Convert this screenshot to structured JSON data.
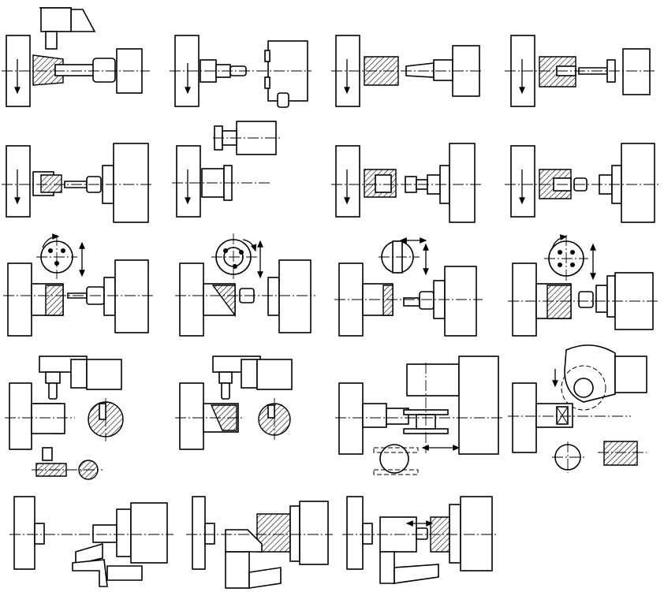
{
  "figure": {
    "description_visible_text": "",
    "operations": [
      {
        "key": "op-1"
      },
      {
        "key": "op-2"
      },
      {
        "key": "op-3"
      },
      {
        "key": "op-4"
      },
      {
        "key": "op-5"
      },
      {
        "key": "op-6"
      },
      {
        "key": "op-7"
      },
      {
        "key": "op-8"
      },
      {
        "key": "op-9"
      },
      {
        "key": "op-10"
      },
      {
        "key": "op-11"
      },
      {
        "key": "op-12"
      },
      {
        "key": "op-13"
      },
      {
        "key": "op-14"
      },
      {
        "key": "op-15"
      },
      {
        "key": "op-16"
      },
      {
        "key": "op-17"
      },
      {
        "key": "op-18"
      },
      {
        "key": "op-19"
      }
    ]
  }
}
